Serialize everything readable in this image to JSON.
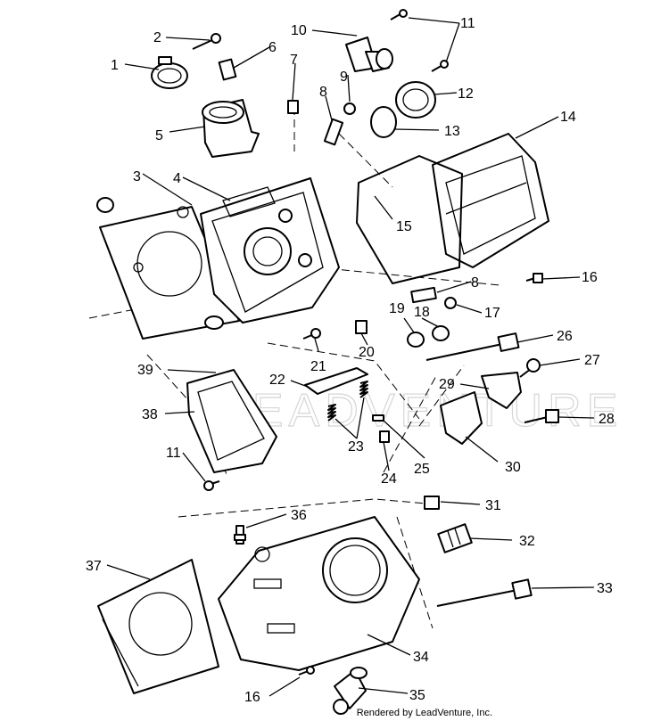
{
  "diagram": {
    "credit": "Rendered by LeadVenture, Inc.",
    "watermark": "LEADVENTURE",
    "callouts": [
      {
        "id": "c1",
        "text": "1"
      },
      {
        "id": "c2",
        "text": "2"
      },
      {
        "id": "c3",
        "text": "3"
      },
      {
        "id": "c4",
        "text": "4"
      },
      {
        "id": "c5",
        "text": "5"
      },
      {
        "id": "c6",
        "text": "6"
      },
      {
        "id": "c7",
        "text": "7"
      },
      {
        "id": "c8a",
        "text": "8"
      },
      {
        "id": "c8b",
        "text": "8"
      },
      {
        "id": "c9",
        "text": "9"
      },
      {
        "id": "c10",
        "text": "10"
      },
      {
        "id": "c11a",
        "text": "11"
      },
      {
        "id": "c11b",
        "text": "11"
      },
      {
        "id": "c12",
        "text": "12"
      },
      {
        "id": "c13",
        "text": "13"
      },
      {
        "id": "c14",
        "text": "14"
      },
      {
        "id": "c15",
        "text": "15"
      },
      {
        "id": "c16a",
        "text": "16"
      },
      {
        "id": "c16b",
        "text": "16"
      },
      {
        "id": "c17",
        "text": "17"
      },
      {
        "id": "c18",
        "text": "18"
      },
      {
        "id": "c19",
        "text": "19"
      },
      {
        "id": "c20",
        "text": "20"
      },
      {
        "id": "c21",
        "text": "21"
      },
      {
        "id": "c22",
        "text": "22"
      },
      {
        "id": "c23",
        "text": "23"
      },
      {
        "id": "c24",
        "text": "24"
      },
      {
        "id": "c25",
        "text": "25"
      },
      {
        "id": "c26",
        "text": "26"
      },
      {
        "id": "c27",
        "text": "27"
      },
      {
        "id": "c28",
        "text": "28"
      },
      {
        "id": "c29",
        "text": "29"
      },
      {
        "id": "c30",
        "text": "30"
      },
      {
        "id": "c31",
        "text": "31"
      },
      {
        "id": "c32",
        "text": "32"
      },
      {
        "id": "c33",
        "text": "33"
      },
      {
        "id": "c34",
        "text": "34"
      },
      {
        "id": "c35",
        "text": "35"
      },
      {
        "id": "c36",
        "text": "36"
      },
      {
        "id": "c37",
        "text": "37"
      },
      {
        "id": "c38",
        "text": "38"
      },
      {
        "id": "c39",
        "text": "39"
      }
    ]
  }
}
